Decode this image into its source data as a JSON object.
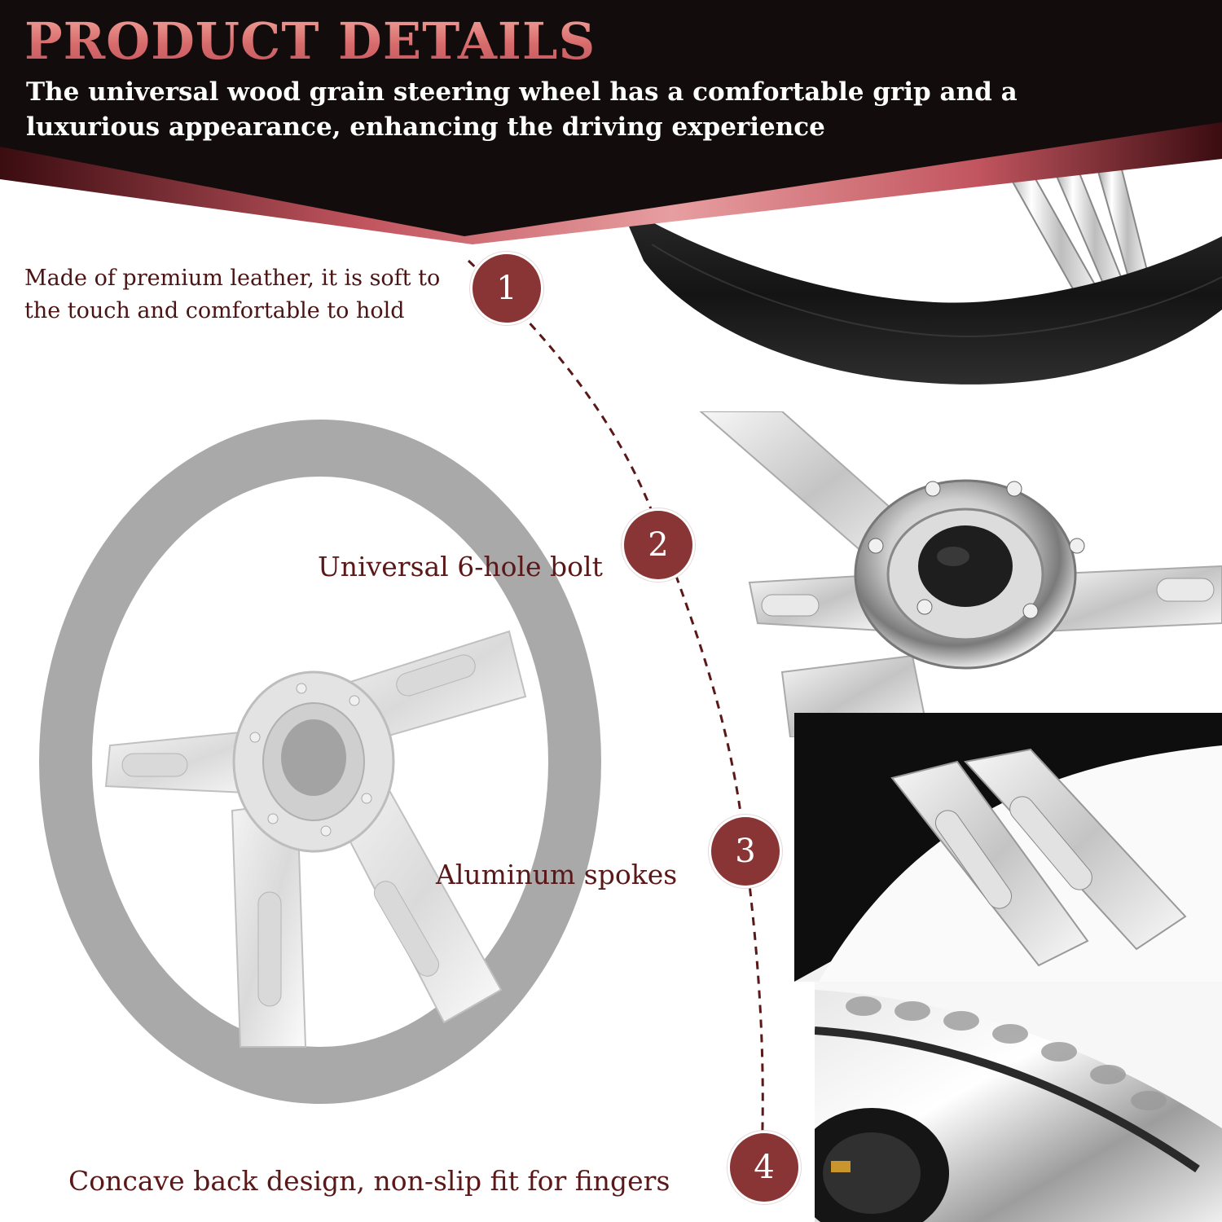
{
  "header": {
    "title": "PRODUCT DETAILS",
    "subtitle": "The universal wood grain steering wheel has a comfortable grip and a luxurious appearance, enhancing the driving experience"
  },
  "features": [
    {
      "number": "1",
      "text": "Made of premium leather, it is soft to the touch and comfortable to hold"
    },
    {
      "number": "2",
      "text": "Universal 6-hole bolt"
    },
    {
      "number": "3",
      "text": "Aluminum spokes"
    },
    {
      "number": "4",
      "text": "Concave back design, non-slip fit for fingers"
    }
  ],
  "colors": {
    "header_bg": "#130c0c",
    "accent_pink": "#e58a8a",
    "badge": "#893535",
    "feature_text": "#5a1818",
    "wheel_grip_gray": "#a9a9a9",
    "leather_black": "#1c1c1c"
  }
}
